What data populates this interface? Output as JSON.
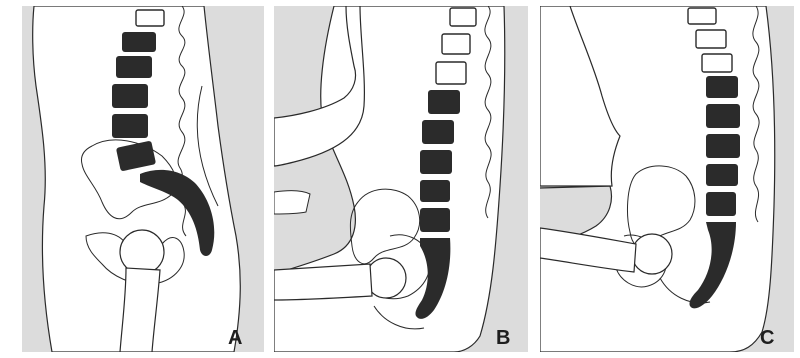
{
  "figure": {
    "panels": [
      {
        "id": "A",
        "label": "A"
      },
      {
        "id": "B",
        "label": "B"
      },
      {
        "id": "C",
        "label": "C"
      }
    ]
  },
  "colors": {
    "background": "#dcdcdc",
    "body_fill": "#ffffff",
    "outline": "#2a2a2a",
    "vertebra_dark": "#2b2b2b",
    "vertebra_light": "#ffffff"
  }
}
